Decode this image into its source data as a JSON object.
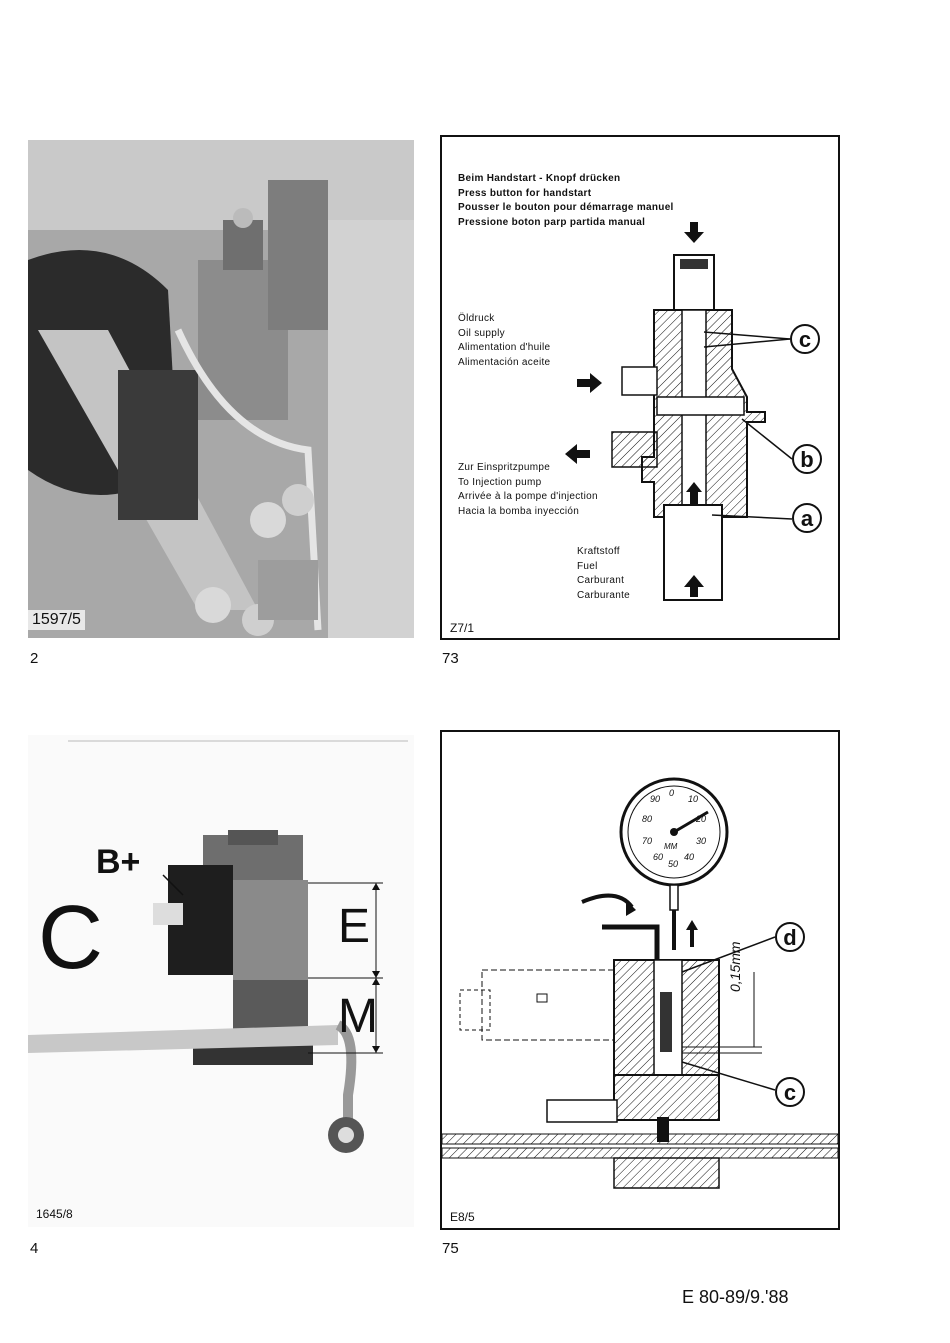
{
  "figure2": {
    "number": "2",
    "photo_ref": "1597/5"
  },
  "figure73": {
    "number": "73",
    "ref": "Z7/1",
    "handstart": [
      "Beim Handstart - Knopf drücken",
      "Press button for handstart",
      "Pousser le bouton pour démarrage manuel",
      "Pressione boton parp partida manual"
    ],
    "oil": [
      "Öldruck",
      "Oil supply",
      "Alimentation d'huile",
      "Alimentación aceite"
    ],
    "injection": [
      "Zur Einspritzpumpe",
      "To Injection pump",
      "Arrivée à la pompe d'injection",
      "Hacia la bomba inyección"
    ],
    "fuel": [
      "Kraftstoff",
      "Fuel",
      "Carburant",
      "Carburante"
    ],
    "callouts": [
      "c",
      "b",
      "a"
    ]
  },
  "figure4": {
    "number": "4",
    "photo_ref": "1645/8",
    "labels": {
      "b_plus": "B+",
      "c": "C",
      "e": "E",
      "m": "M"
    }
  },
  "figure75": {
    "number": "75",
    "ref": "E8/5",
    "callouts": [
      "d",
      "c"
    ],
    "gap": "0,15mm",
    "gauge_unit": "MM",
    "gauge_ticks": [
      "0",
      "10",
      "20",
      "30",
      "40",
      "50",
      "60",
      "70",
      "80",
      "90"
    ]
  },
  "footer": {
    "doc_ref": "E 80-89/9.'88"
  }
}
